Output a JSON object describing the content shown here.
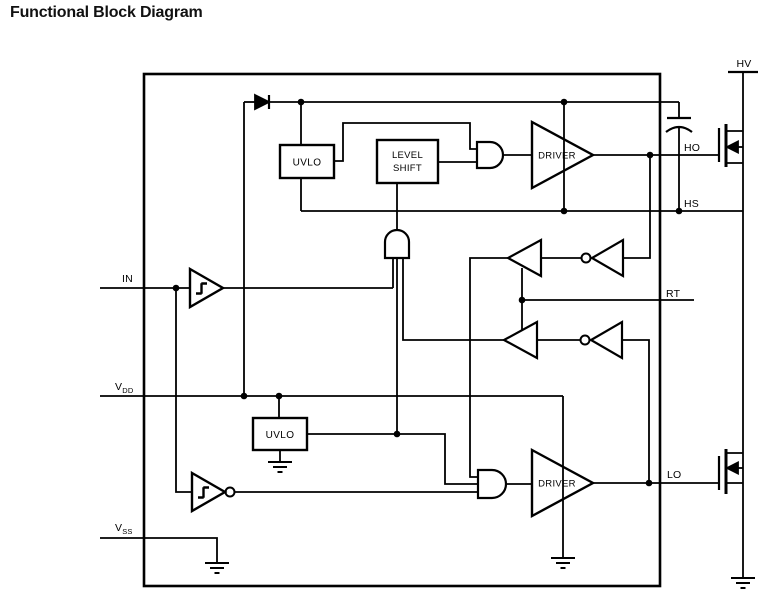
{
  "title": "Functional Block Diagram",
  "diagram": {
    "blocks": {
      "uvlo_top": "UVLO",
      "uvlo_bottom": "UVLO",
      "level_shift_line1": "LEVEL",
      "level_shift_line2": "SHIFT",
      "driver_top": "DRIVER",
      "driver_bottom": "DRIVER"
    },
    "pins": {
      "in": "IN",
      "vdd_base": "V",
      "vdd_sub": "DD",
      "vss_base": "V",
      "vss_sub": "SS",
      "hv": "HV",
      "ho": "HO",
      "hs": "HS",
      "rt": "RT",
      "lo": "LO"
    },
    "colors": {
      "line": "#000000",
      "background": "#ffffff"
    }
  }
}
